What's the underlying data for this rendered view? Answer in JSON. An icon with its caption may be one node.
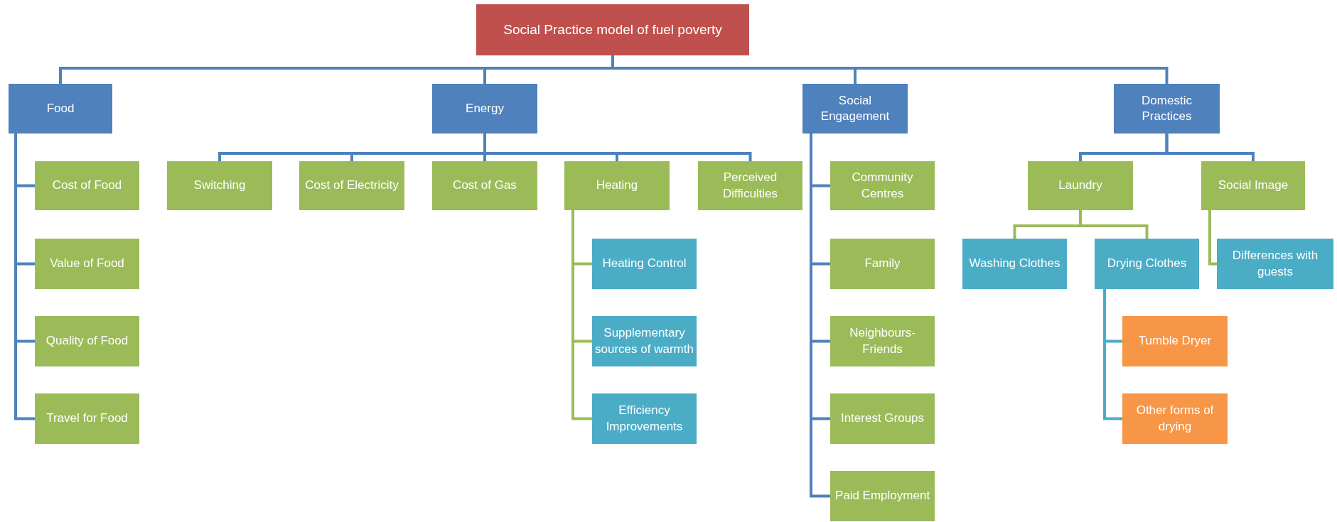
{
  "diagram": {
    "nodes": [
      {
        "text": [
          "Social Practice model of fuel poverty"
        ]
      },
      {
        "text": [
          "Food"
        ]
      },
      {
        "text": [
          "Energy"
        ]
      },
      {
        "text": [
          "Social Engagement"
        ]
      },
      {
        "text": [
          "Domestic Practices"
        ]
      },
      {
        "text": [
          "Cost of Food"
        ]
      },
      {
        "text": [
          "Value of Food"
        ]
      },
      {
        "text": [
          "Quality of Food"
        ]
      },
      {
        "text": [
          "Travel for Food"
        ]
      },
      {
        "text": [
          "Switching"
        ]
      },
      {
        "text": [
          "Cost of Electricity"
        ]
      },
      {
        "text": [
          "Cost of Gas"
        ]
      },
      {
        "text": [
          "Heating"
        ]
      },
      {
        "text": [
          "Perceived Difficulties"
        ]
      },
      {
        "text": [
          "Heating Control"
        ]
      },
      {
        "text": [
          "Supplementary sources of warmth"
        ]
      },
      {
        "text": [
          "Efficiency Improvements"
        ]
      },
      {
        "text": [
          "Community Centres"
        ]
      },
      {
        "text": [
          "Family"
        ]
      },
      {
        "text": [
          "Neighbours-Friends"
        ]
      },
      {
        "text": [
          "Interest Groups"
        ]
      },
      {
        "text": [
          "Paid Employment"
        ]
      },
      {
        "text": [
          "Laundry"
        ]
      },
      {
        "text": [
          "Social Image"
        ]
      },
      {
        "text": [
          "Washing Clothes"
        ]
      },
      {
        "text": [
          "Drying Clothes"
        ]
      },
      {
        "text": [
          "Differences with guests"
        ]
      },
      {
        "text": [
          "Tumble Dryer"
        ]
      },
      {
        "text": [
          "Other forms of drying"
        ]
      }
    ],
    "edges": [
      {
        "from": 0,
        "to": 1,
        "arrow": "none"
      },
      {
        "from": 0,
        "to": 2,
        "arrow": "none"
      },
      {
        "from": 0,
        "to": 3,
        "arrow": "none"
      },
      {
        "from": 0,
        "to": 4,
        "arrow": "none"
      },
      {
        "from": 1,
        "to": 5,
        "arrow": "none"
      },
      {
        "from": 1,
        "to": 6,
        "arrow": "none"
      },
      {
        "from": 1,
        "to": 7,
        "arrow": "none"
      },
      {
        "from": 1,
        "to": 8,
        "arrow": "none"
      },
      {
        "from": 2,
        "to": 9,
        "arrow": "none"
      },
      {
        "from": 2,
        "to": 10,
        "arrow": "none"
      },
      {
        "from": 2,
        "to": 11,
        "arrow": "none"
      },
      {
        "from": 2,
        "to": 12,
        "arrow": "none"
      },
      {
        "from": 2,
        "to": 13,
        "arrow": "none"
      },
      {
        "from": 12,
        "to": 14,
        "arrow": "none",
        "color": "#9bbb59"
      },
      {
        "from": 12,
        "to": 15,
        "arrow": "none",
        "color": "#9bbb59"
      },
      {
        "from": 12,
        "to": 16,
        "arrow": "none",
        "color": "#9bbb59"
      },
      {
        "from": 3,
        "to": 17,
        "arrow": "none"
      },
      {
        "from": 3,
        "to": 18,
        "arrow": "none"
      },
      {
        "from": 3,
        "to": 19,
        "arrow": "none"
      },
      {
        "from": 3,
        "to": 20,
        "arrow": "none"
      },
      {
        "from": 3,
        "to": 21,
        "arrow": "none"
      },
      {
        "from": 4,
        "to": 22,
        "arrow": "none"
      },
      {
        "from": 4,
        "to": 23,
        "arrow": "none"
      },
      {
        "from": 22,
        "to": 24,
        "arrow": "none",
        "color": "#9bbb59"
      },
      {
        "from": 22,
        "to": 25,
        "arrow": "none",
        "color": "#9bbb59"
      },
      {
        "from": 23,
        "to": 26,
        "arrow": "none",
        "color": "#9bbb59"
      },
      {
        "from": 25,
        "to": 27,
        "arrow": "none",
        "color": "#4bacc6"
      },
      {
        "from": 25,
        "to": 28,
        "arrow": "none",
        "color": "#4bacc6"
      }
    ]
  }
}
